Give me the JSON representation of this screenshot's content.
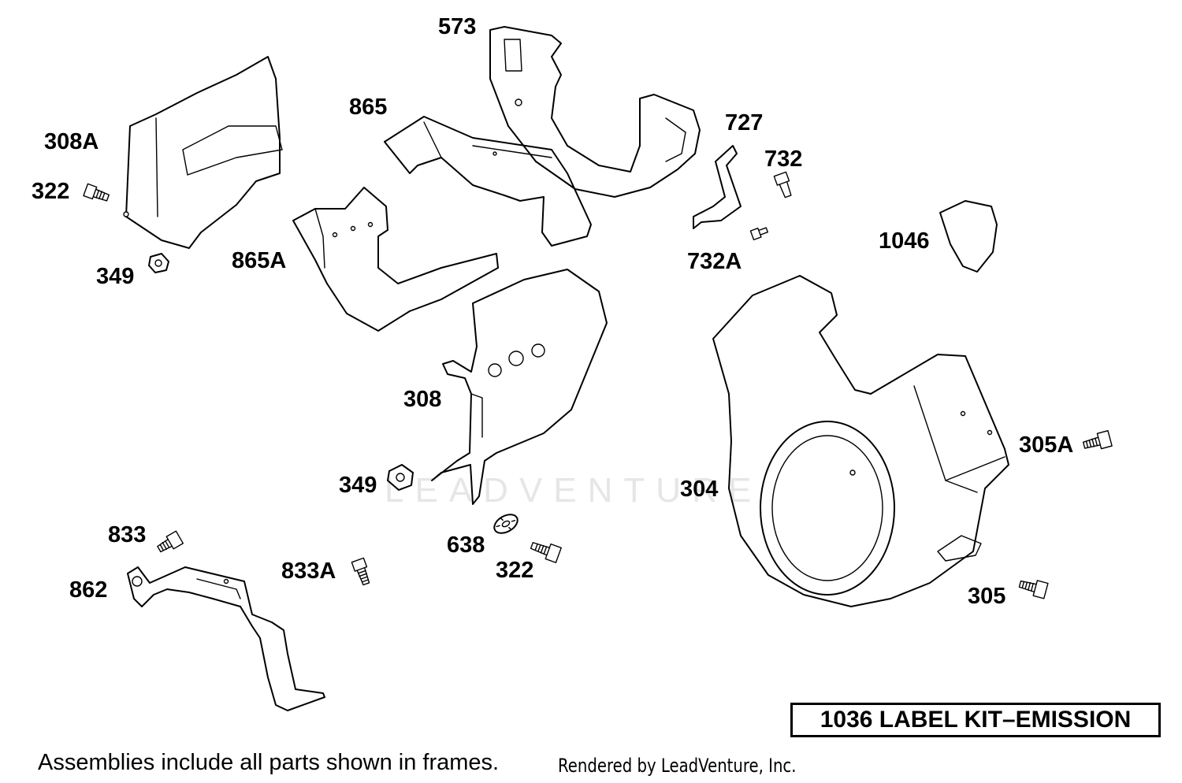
{
  "callouts": {
    "p573": "573",
    "p865": "865",
    "p308A": "308A",
    "p322_top": "322",
    "p349_top": "349",
    "p865A": "865A",
    "p727": "727",
    "p732": "732",
    "p732A": "732A",
    "p1046": "1046",
    "p308": "308",
    "p349_mid": "349",
    "p304": "304",
    "p305A": "305A",
    "p305": "305",
    "p833": "833",
    "p862": "862",
    "p833A": "833A",
    "p638": "638",
    "p322_bottom": "322"
  },
  "kit_label": "1036 LABEL KIT–EMISSION",
  "footnote": "Assemblies include all parts shown in frames.",
  "credit": "Rendered by LeadVenture, Inc.",
  "watermark": "LEADVENTURE",
  "icons": [
    "bolt-icon",
    "nut-icon",
    "washer-icon"
  ]
}
